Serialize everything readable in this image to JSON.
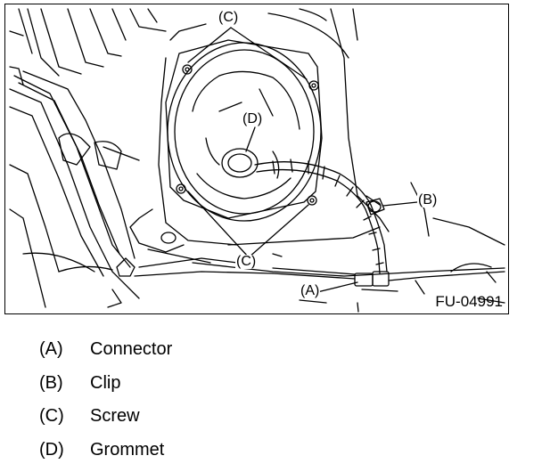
{
  "figure": {
    "id": "FU-04991",
    "callouts": {
      "c_top": "(C)",
      "d": "(D)",
      "b": "(B)",
      "c_bottom": "(C)",
      "a": "(A)"
    }
  },
  "legend": [
    {
      "letter": "(A)",
      "text": "Connector"
    },
    {
      "letter": "(B)",
      "text": "Clip"
    },
    {
      "letter": "(C)",
      "text": "Screw"
    },
    {
      "letter": "(D)",
      "text": "Grommet"
    }
  ]
}
